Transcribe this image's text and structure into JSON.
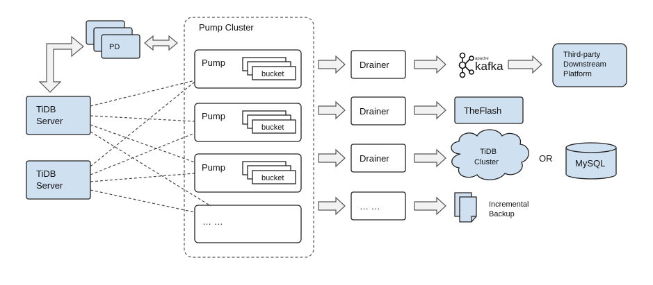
{
  "pd": {
    "label": "PD"
  },
  "cluster": {
    "title": "Pump Cluster"
  },
  "tidb_servers": [
    {
      "label_line1": "TiDB",
      "label_line2": "Server"
    },
    {
      "label_line1": "TiDB",
      "label_line2": "Server"
    }
  ],
  "pumps": [
    {
      "label": "Pump",
      "bucket": "bucket"
    },
    {
      "label": "Pump",
      "bucket": "bucket"
    },
    {
      "label": "Pump",
      "bucket": "bucket"
    }
  ],
  "pump_more": "… …",
  "drainers": [
    "Drainer",
    "Drainer",
    "Drainer",
    "… …"
  ],
  "kafka": {
    "brand_small": "apache",
    "brand": "kafka"
  },
  "third_party": {
    "line1": "Third-party",
    "line2": "Downstream",
    "line3": "Platform"
  },
  "theflash": {
    "label": "TheFlash"
  },
  "tidb_cluster": {
    "line1": "TiDB",
    "line2": "Cluster"
  },
  "or_label": "OR",
  "mysql": {
    "label": "MySQL"
  },
  "backup": {
    "line1": "Incremental",
    "line2": "Backup"
  },
  "colors": {
    "node_fill": "#cfe0f1",
    "stroke": "#222222",
    "arrow_fill": "#f2f2f2"
  }
}
